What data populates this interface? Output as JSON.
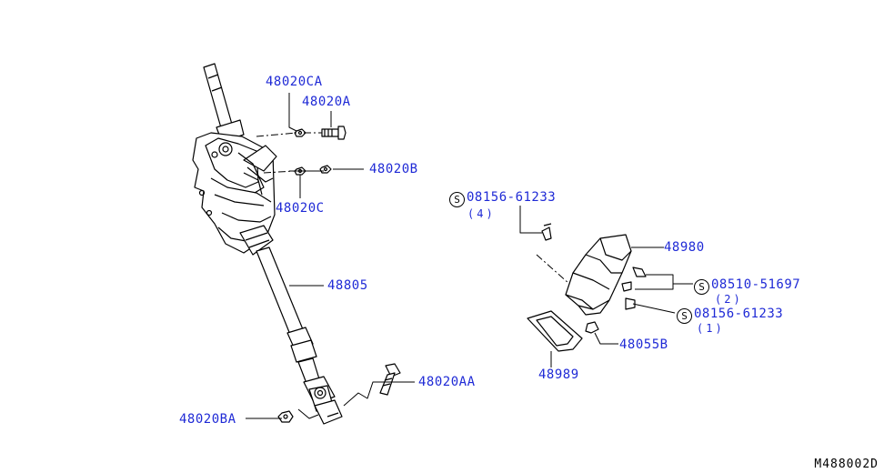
{
  "labels": {
    "l48020CA": "48020CA",
    "l48020A": "48020A",
    "l48020B": "48020B",
    "l48020C": "48020C",
    "l48805": "48805",
    "l48020AA": "48020AA",
    "l48020BA": "48020BA",
    "l08156a": "08156-61233",
    "l08156a_qty": "(4)",
    "l48980": "48980",
    "l08510": "08510-51697",
    "l08510_qty": "(2)",
    "l08156b": "08156-61233",
    "l08156b_qty": "(1)",
    "l48055B": "48055B",
    "l48989": "48989"
  },
  "symbol": "S",
  "diagram_code": "M488002D",
  "colors": {
    "label": "#1f2ad6",
    "line": "#000000"
  },
  "icons": [
    "standard-part-symbol-icon"
  ]
}
